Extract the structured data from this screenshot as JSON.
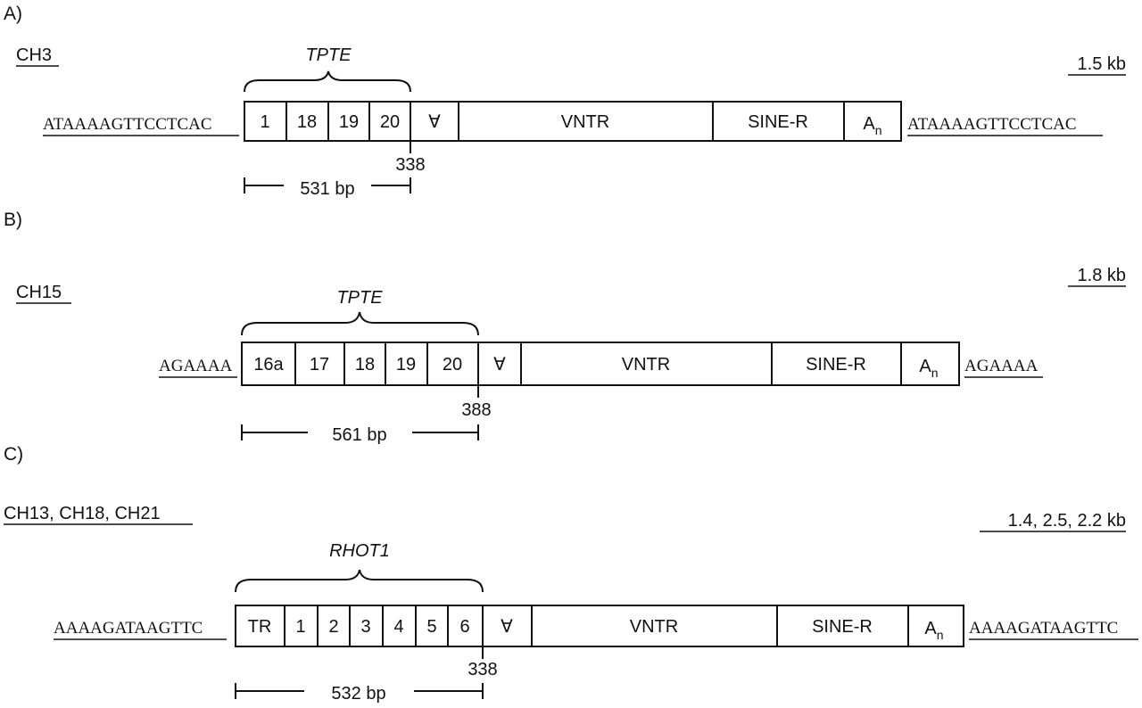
{
  "panels": [
    {
      "label": "A)",
      "chromosome": "CH3",
      "size": "1.5 kb",
      "gene": "TPTE",
      "flank": "ATAAAAGTTCCTCAC",
      "segments": [
        "1",
        "18",
        "19",
        "20",
        "∀",
        "VNTR",
        "SINE-R",
        "A"
      ],
      "junction": "338",
      "length": "531 bp"
    },
    {
      "label": "B)",
      "chromosome": "CH15",
      "size": "1.8 kb",
      "gene": "TPTE",
      "flank": "AGAAAA",
      "segments": [
        "16a",
        "17",
        "18",
        "19",
        "20",
        "∀",
        "VNTR",
        "SINE-R",
        "A"
      ],
      "junction": "388",
      "length": "561 bp"
    },
    {
      "label": "C)",
      "chromosome": "CH13, CH18, CH21",
      "size": "1.4, 2.5, 2.2 kb",
      "gene": "RHOT1",
      "flank": "AAAAGATAAGTTC",
      "segments": [
        "TR",
        "1",
        "2",
        "3",
        "4",
        "5",
        "6",
        "∀",
        "VNTR",
        "SINE-R",
        "A"
      ],
      "junction": "338",
      "length": "532 bp"
    }
  ],
  "poly_a_subscript": "n"
}
